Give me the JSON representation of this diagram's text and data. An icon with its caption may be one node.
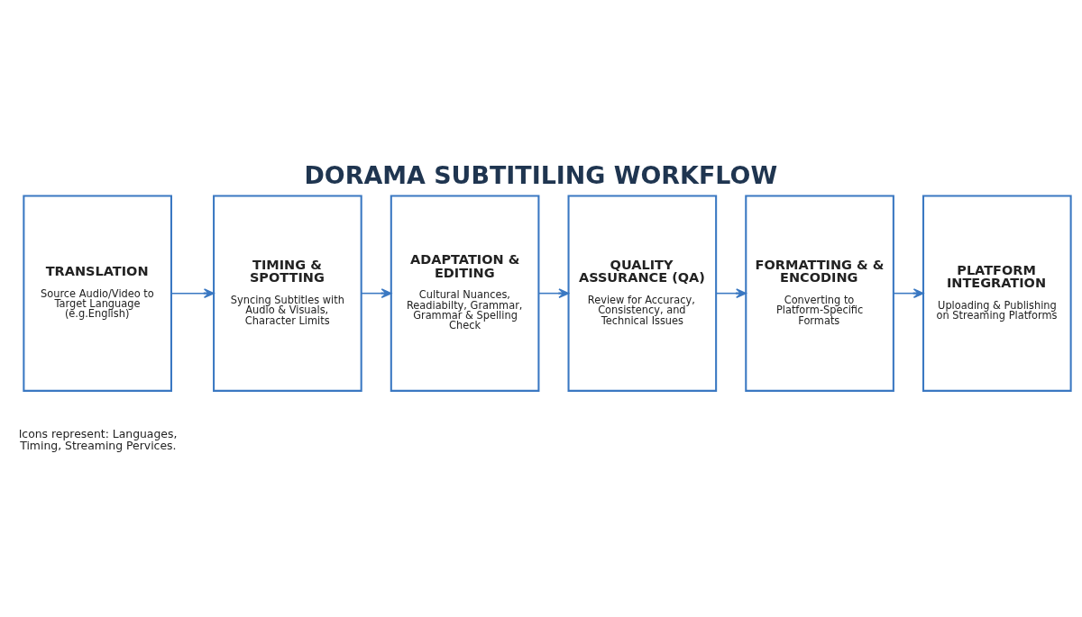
{
  "diagram": {
    "title": "DORAMA SUBTITILING WORKFLOW",
    "nodes": [
      {
        "text": [
          "TRANSLATION",
          "Source Audio/Video to Target Language (e.g.English)"
        ]
      },
      {
        "text": [
          "TIMING & SPOTTING",
          "Syncing Subtitles with Audio & Visuals, Character Limits"
        ]
      },
      {
        "text": [
          "ADAPTATION & EDITING",
          "Cultural Nuances, Readiabilty, Grammar, Grammar & Spelling Check"
        ]
      },
      {
        "text": [
          "QUALITY ASSURANCE (QA)",
          "Review for Accuracy, Consistency, and Technical Issues"
        ]
      },
      {
        "text": [
          "FORMATTING & & ENCODING",
          "Converting to Platform-Specific Formats"
        ]
      },
      {
        "text": [
          "PLATFORM INTEGRATION",
          "Uploading & Publishing on Streaming Platforms"
        ]
      }
    ],
    "edges": [
      {
        "from": 0,
        "to": 1,
        "arrow": "to"
      },
      {
        "from": 1,
        "to": 2,
        "arrow": "to"
      },
      {
        "from": 2,
        "to": 3,
        "arrow": "to"
      },
      {
        "from": 3,
        "to": 4,
        "arrow": "to"
      },
      {
        "from": 4,
        "to": 5,
        "arrow": "to"
      }
    ],
    "labels": [
      "Icons represent: Languages, Timing, Streaming Pervices."
    ]
  }
}
